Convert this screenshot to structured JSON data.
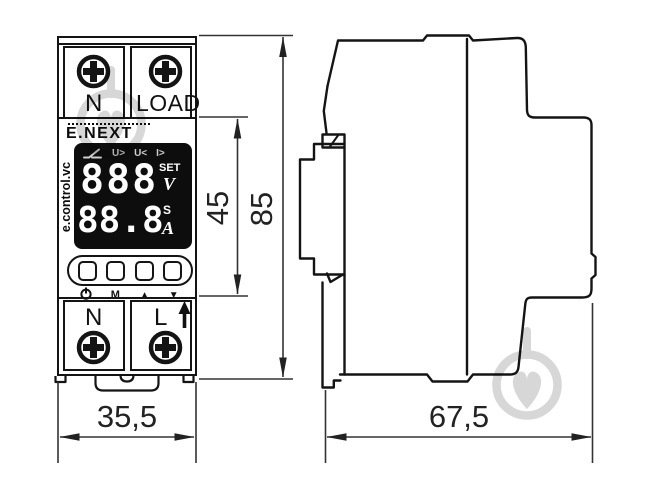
{
  "device": {
    "brand": "E.NEXT",
    "model": "e.control.vc",
    "top_terminals": {
      "left": "N",
      "right": "LOAD"
    },
    "bottom_terminals": {
      "left": "N",
      "right": "L"
    },
    "display": {
      "u_over": "U>",
      "u_under": "U<",
      "i_over": "I>",
      "row1_value": "888",
      "row1_mode": "SET",
      "row1_unit": "V",
      "row2_value": "88.8",
      "row2_mode": "S",
      "row2_unit": "A"
    },
    "buttons": {
      "mode": "M",
      "up": "▲",
      "down": "▼"
    }
  },
  "dimensions": {
    "front_width_mm": "35,5",
    "side_depth_mm": "67,5",
    "display_section_height_mm": "45",
    "total_height_mm": "85"
  },
  "colors": {
    "line": "#141414",
    "dimension_line": "#333333",
    "lcd_background": "#0d0d0d",
    "lcd_text": "#ffffff",
    "watermark": "#d7d7d7"
  }
}
